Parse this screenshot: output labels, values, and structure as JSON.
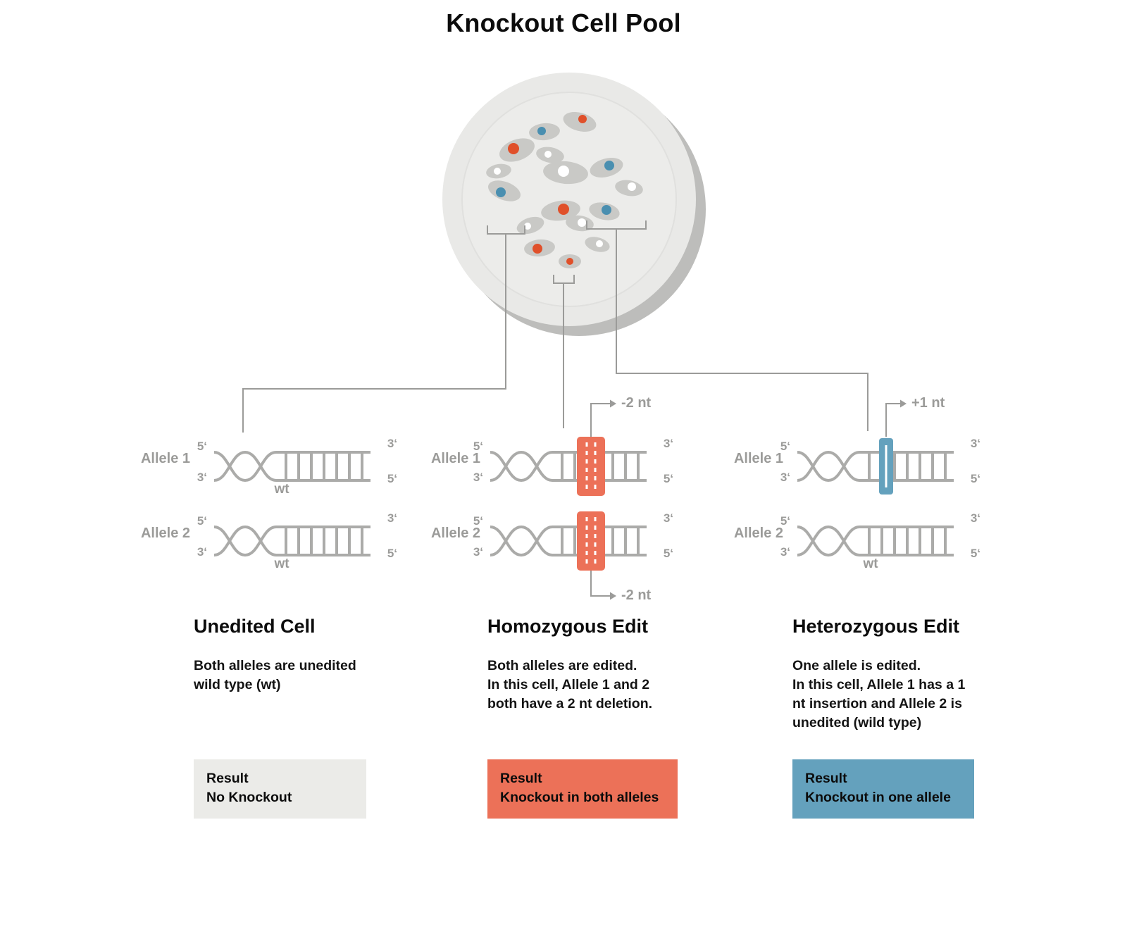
{
  "title": "Knockout Cell Pool",
  "shared": {
    "allele1": "Allele 1",
    "allele2": "Allele 2",
    "five_prime": "5‘",
    "three_prime": "3‘"
  },
  "colors": {
    "strand_gray": "#ABABA9",
    "label_gray": "#9B9B99",
    "deletion_red": "#EC7158",
    "insertion_blue": "#64A1BD",
    "result_neutral": "#EBEBE8",
    "dish_fill": "#E9E9E7",
    "dish_shadow": "#BDBDBB",
    "cell_body": "#C9C9C6",
    "nucleus_orange": "#E0502A",
    "nucleus_blue": "#4A8FB0",
    "nucleus_white": "#FFFFFF"
  },
  "columns": [
    {
      "heading": "Unedited Cell",
      "description": "Both alleles are unedited\nwild type (wt)",
      "result_title": "Result",
      "result_text": "No Knockout",
      "allele1_tag": "wt",
      "allele2_tag": "wt"
    },
    {
      "heading": "Homozygous Edit",
      "description": "Both alleles are edited.\nIn this cell, Allele 1 and 2\nboth have a 2 nt deletion.",
      "result_title": "Result",
      "result_text": "Knockout in both alleles",
      "annotation_top": "-2 nt",
      "annotation_bottom": "-2 nt"
    },
    {
      "heading": "Heterozygous Edit",
      "description": "One allele is edited.\nIn this cell, Allele 1 has a 1\nnt insertion and Allele 2 is\nunedited (wild type)",
      "result_title": "Result",
      "result_text": "Knockout in one allele",
      "annotation_top": "+1 nt",
      "allele2_tag": "wt"
    }
  ]
}
